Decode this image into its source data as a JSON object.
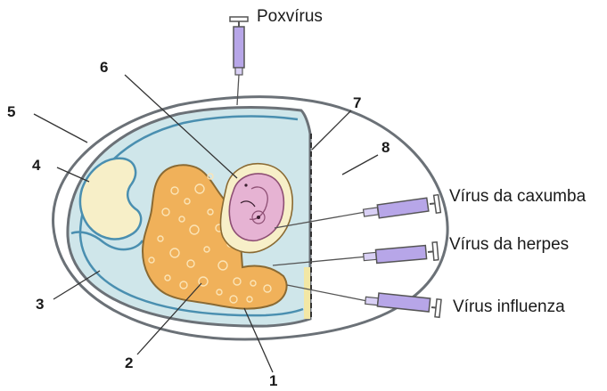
{
  "diagram": {
    "numbers": {
      "n1": "1",
      "n2": "2",
      "n3": "3",
      "n4": "4",
      "n5": "5",
      "n6": "6",
      "n7": "7",
      "n8": "8"
    },
    "viruses": {
      "poxvirus": "Poxvírus",
      "caxumba": "Vírus da caxumba",
      "herpes": "Vírus da herpes",
      "influenza": "Vírus influenza"
    }
  },
  "colors": {
    "shell_stroke": "#6b7177",
    "albumen_blue": "#cfe6ea",
    "amniotic_cream": "#f7efc8",
    "yolk_orange": "#f0b15a",
    "embryo_pink": "#e6b3d3",
    "syringe_purple": "#b7a6e8"
  }
}
